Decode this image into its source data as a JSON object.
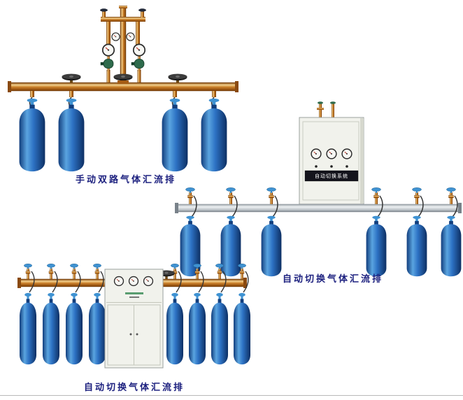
{
  "captions": {
    "manual_dual": "手动双路气体汇流排",
    "auto_switch_right": "自动切换气体汇流排",
    "auto_switch_bottom": "自动切换气体汇流排"
  },
  "cabinet": {
    "panel_label": "自动切换系统"
  },
  "colors": {
    "caption": "#1b1f7e",
    "brass-dark": "#7a3c04",
    "brass-mid": "#c97e28",
    "brass-light": "#f3d08c",
    "cyl-dark": "#123e7d",
    "cyl-mid": "#2d72c4",
    "cyl-light": "#5aa4e0",
    "cyl-deep": "#0d2f63",
    "valve-blue": "#3f92d2",
    "steel-dark": "#79828a",
    "steel-mid": "#9ba4aa",
    "steel-light": "#eef1f3",
    "cabinet-face": "#f1f2ec",
    "cabinet-edge": "#9aa09e",
    "regulator-green": "#2e6b4c",
    "handwheel-dark": "#161616",
    "page-bg": "#ffffff",
    "divider": "#b9b9b9"
  }
}
